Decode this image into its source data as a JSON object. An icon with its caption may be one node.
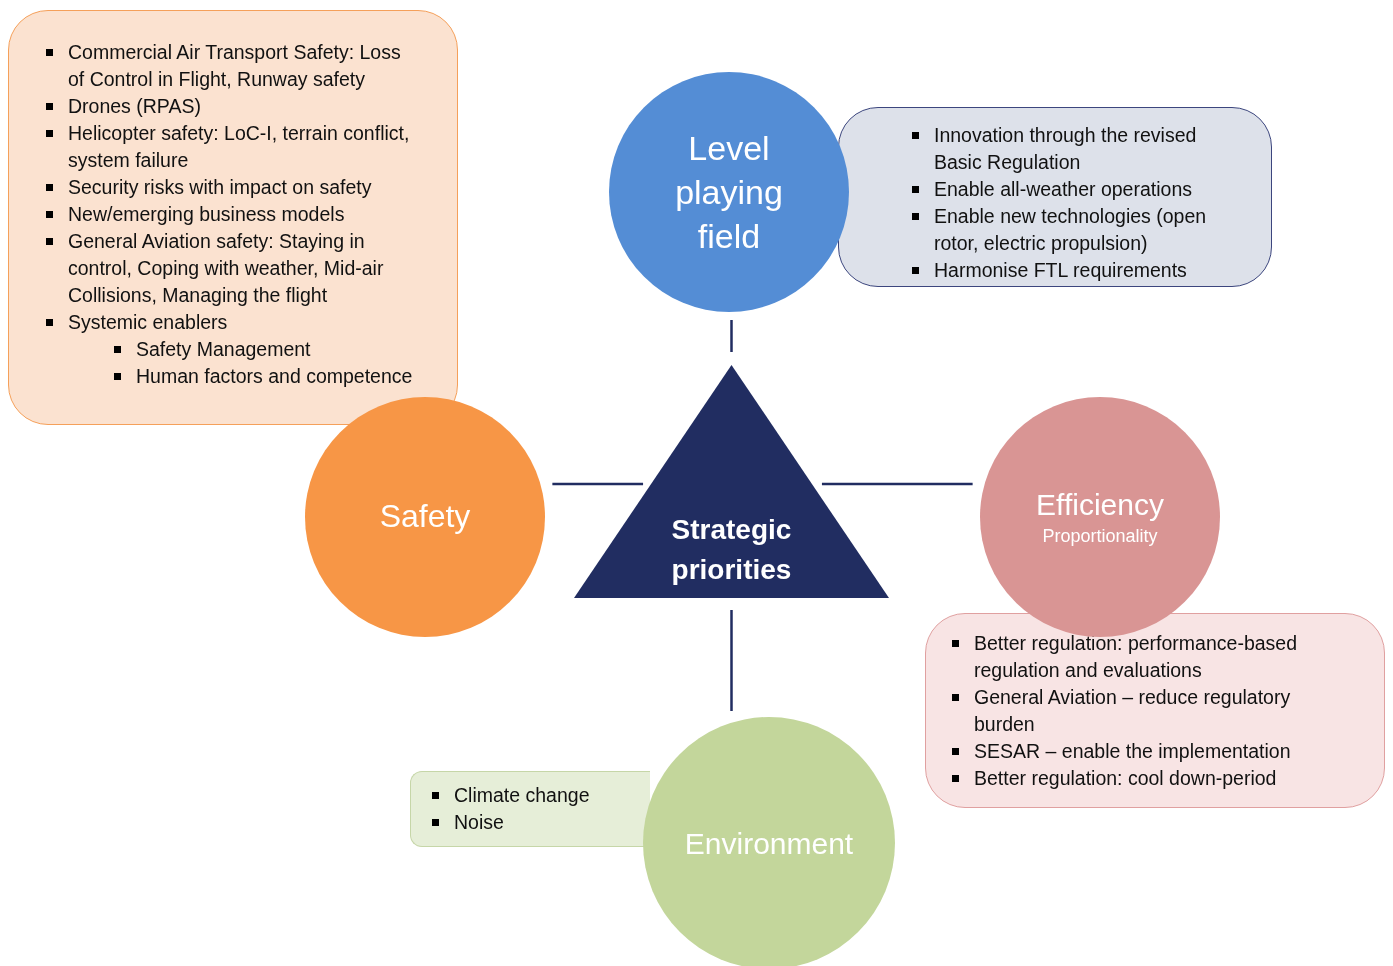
{
  "diagram": {
    "nodes": [
      {
        "text": [
          "Commercial Air Transport Safety: Loss of Control in Flight, Runway safety",
          "Drones (RPAS)",
          "Helicopter safety: LoC-I, terrain conflict, system failure",
          "Security risks with impact on safety",
          "New/emerging business models",
          "General Aviation safety: Staying in control, Coping with weather, Mid-air Collisions, Managing the flight",
          "Systemic enablers",
          "Safety Management",
          "Human factors and competence"
        ]
      },
      {
        "text": [
          "Level playing field"
        ]
      },
      {
        "text": [
          "Innovation through the revised Basic Regulation",
          "Enable all-weather operations",
          "Enable new technologies (open rotor, electric propulsion)",
          "Harmonise FTL requirements"
        ]
      },
      {
        "text": [
          "Strategic priorities"
        ]
      },
      {
        "text": [
          "Safety"
        ]
      },
      {
        "text": [
          "Efficiency",
          "Proportionality"
        ]
      },
      {
        "text": [
          "Better regulation: performance-based regulation and evaluations",
          "General Aviation – reduce regulatory burden",
          "SESAR – enable the implementation",
          "Better regulation: cool down-period"
        ]
      },
      {
        "text": [
          "Climate change",
          "Noise"
        ]
      },
      {
        "text": [
          "Environment"
        ]
      }
    ],
    "edges": [
      {
        "from": 3,
        "to": 1,
        "arrow": "none"
      },
      {
        "from": 3,
        "to": 4,
        "arrow": "none"
      },
      {
        "from": 3,
        "to": 5,
        "arrow": "none"
      },
      {
        "from": 3,
        "to": 8,
        "arrow": "none"
      }
    ]
  }
}
